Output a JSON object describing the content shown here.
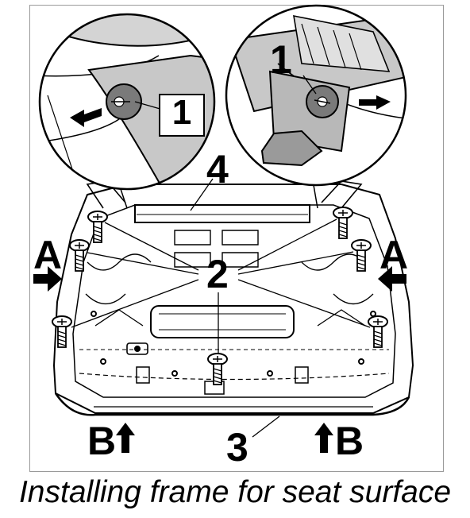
{
  "labels": {
    "detail_left": "1",
    "detail_right": "1",
    "frame": "4",
    "screws": "2",
    "edge": "3",
    "side_left": "A",
    "side_right": "A",
    "bottom_left": "B",
    "bottom_right": "B"
  },
  "caption": "Installing frame for seat surface",
  "colors": {
    "line": "#000000",
    "shade": "#c8c8c8",
    "frame_border": "#9a9a9a"
  }
}
